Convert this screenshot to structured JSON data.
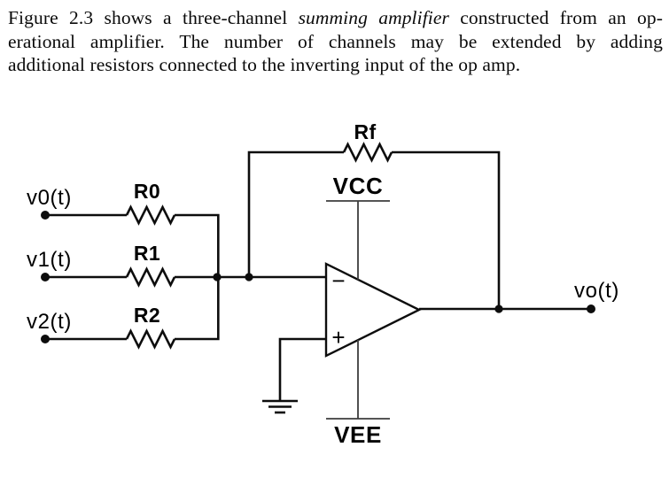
{
  "paragraph": {
    "line1_pre": "Figure 2.3 shows a three-channel ",
    "line1_italic": "summing amplifier",
    "line1_post": " constructed from an op-",
    "line2": "erational amplifier.  The number of channels may be extended by adding",
    "line3": "additional resistors connected to the inverting input of the op amp."
  },
  "circuit": {
    "inputs": [
      {
        "label": "v0(t)",
        "resistor": "R0"
      },
      {
        "label": "v1(t)",
        "resistor": "R1"
      },
      {
        "label": "v2(t)",
        "resistor": "R2"
      }
    ],
    "feedback_resistor": "Rf",
    "positive_rail": "VCC",
    "negative_rail": "VEE",
    "output_label": "vo(t)",
    "opamp": {
      "inverting_sign": "−",
      "noninverting_sign": "+"
    },
    "ink_color": "#0d0d0d",
    "background_color": "#ffffff"
  }
}
